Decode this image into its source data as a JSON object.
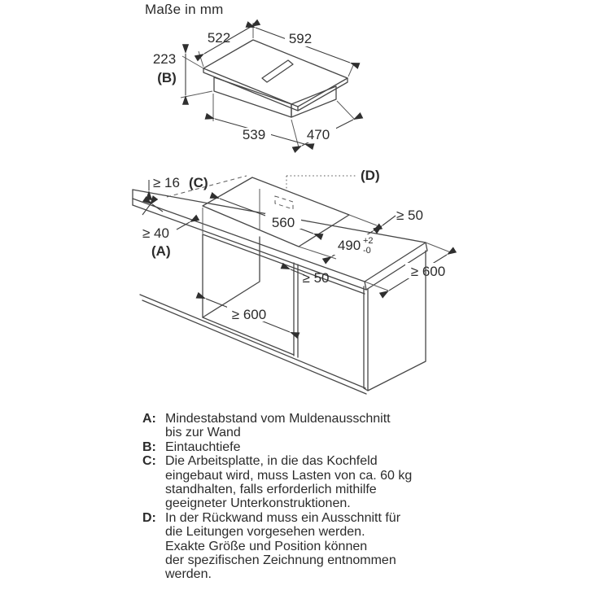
{
  "title": "Maße in mm",
  "colors": {
    "line": "#474747",
    "text": "#2b2b2b",
    "background": "#ffffff"
  },
  "hob": {
    "depth_top": "522",
    "width_top": "592",
    "height": "223",
    "height_ref": "(B)",
    "body_width": "539",
    "body_depth": "470"
  },
  "worktop": {
    "thickness": "≥ 16",
    "thickness_ref": "(C)",
    "wall_gap": "≥ 40",
    "wall_gap_ref": "(A)",
    "cutout_width": "560",
    "cutout_depth": "490",
    "cutout_depth_tol_plus": "+2",
    "cutout_depth_tol_minus": "-0",
    "side_gap": "≥ 50",
    "rear_ref": "(D)",
    "depth_right": "≥ 600"
  },
  "cabinet": {
    "clearance_below_top": "≥ 50",
    "inner_width": "≥ 600"
  },
  "legend": [
    {
      "key": "A:",
      "lines": [
        "Mindestabstand vom Muldenausschnitt",
        "bis zur Wand"
      ]
    },
    {
      "key": "B:",
      "lines": [
        "Eintauchtiefe"
      ]
    },
    {
      "key": "C:",
      "lines": [
        "Die Arbeitsplatte, in die das Kochfeld",
        "eingebaut wird, muss Lasten von ca. 60 kg",
        "standhalten, falls erforderlich mithilfe",
        "geeigneter Unterkonstruktionen."
      ]
    },
    {
      "key": "D:",
      "lines": [
        "In der Rückwand muss ein Ausschnitt für",
        "die Leitungen vorgesehen werden.",
        "Exakte Größe und Position können",
        "der spezifischen Zeichnung entnommen",
        "werden."
      ]
    }
  ]
}
